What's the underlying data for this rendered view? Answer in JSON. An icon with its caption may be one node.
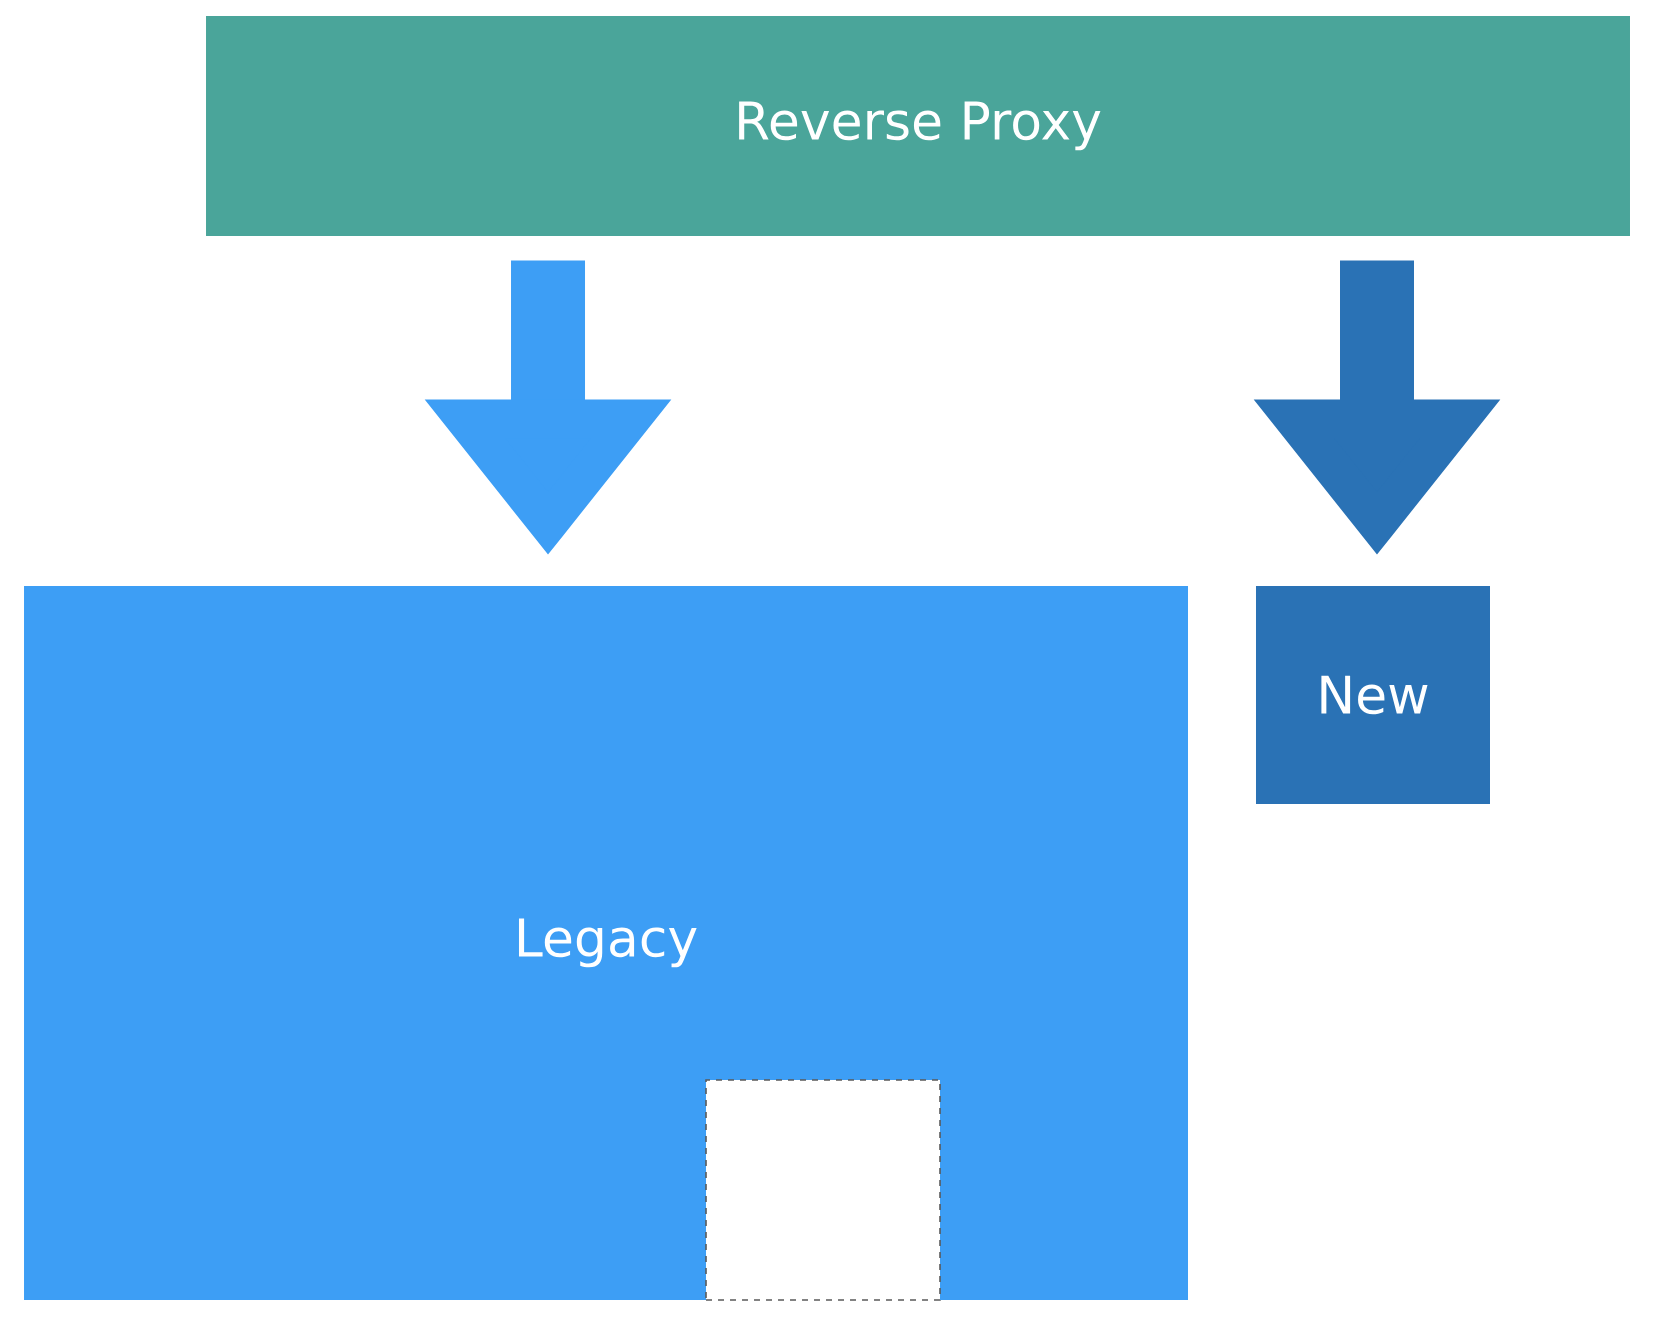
{
  "diagram": {
    "nodes": [
      {
        "text": [
          "Reverse Proxy"
        ]
      },
      {
        "text": [
          "Legacy"
        ]
      },
      {
        "text": [
          "New"
        ]
      },
      {
        "text": [],
        "shape": "box",
        "in": 1
      }
    ],
    "edges": [
      {
        "from": 0,
        "to": 1,
        "arrow": "to",
        "color": "#3d9ef5"
      },
      {
        "from": 0,
        "to": 2,
        "arrow": "to",
        "color": "#2a72b5"
      }
    ]
  }
}
